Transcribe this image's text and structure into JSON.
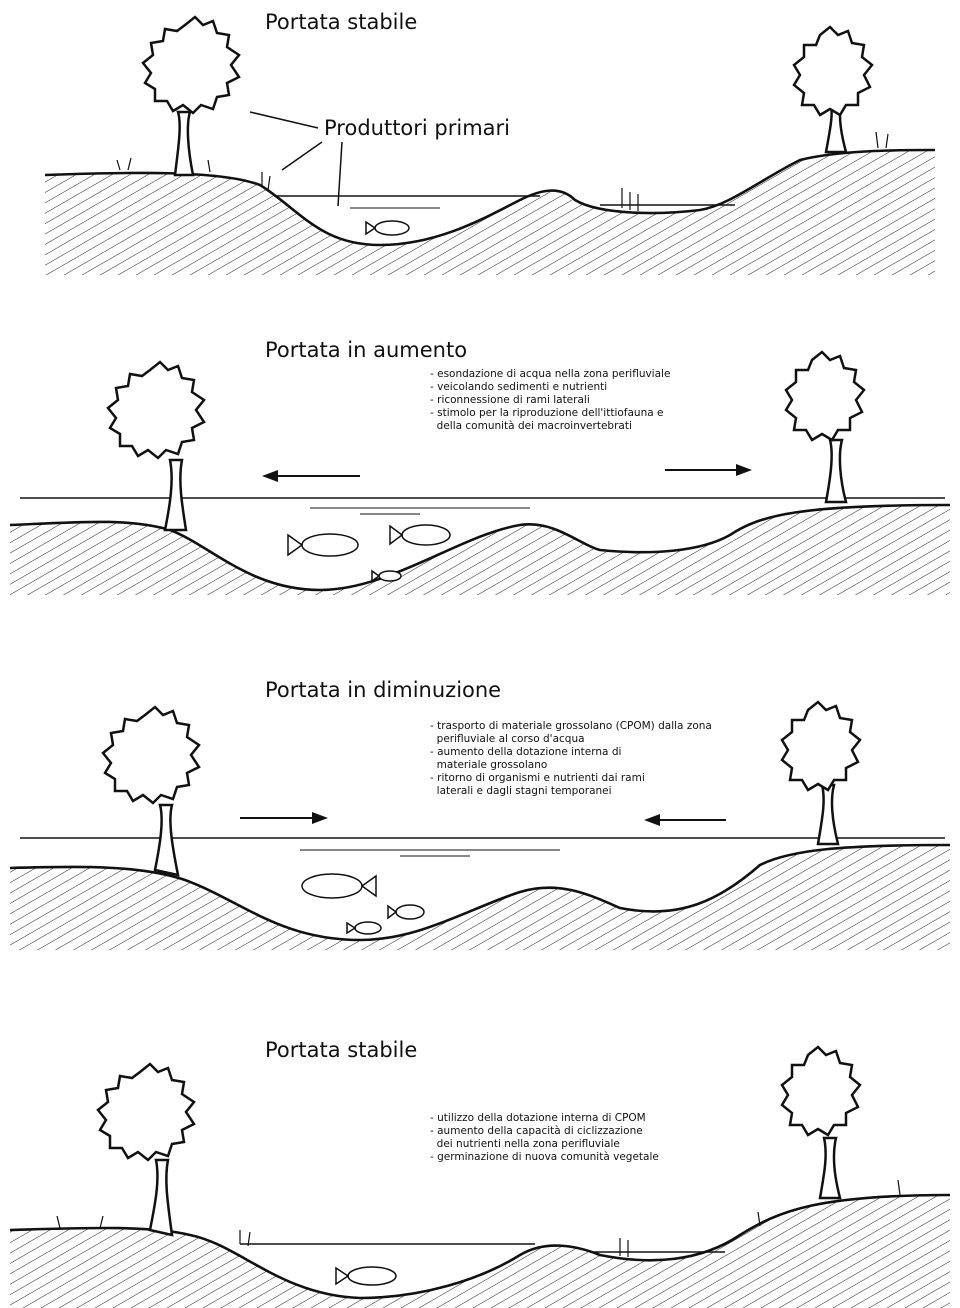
{
  "panels": [
    {
      "title": "Portata stabile",
      "label": "Produttori primari",
      "notes": []
    },
    {
      "title": "Portata in aumento",
      "notes": [
        "- esondazione di acqua nella zona perifluviale",
        "- veicolando sedimenti e nutrienti",
        "- riconnessione di rami laterali",
        "- stimolo per la riproduzione dell'ittiofauna e",
        "  della comunità dei macroinvertebrati"
      ]
    },
    {
      "title": "Portata in diminuzione",
      "notes": [
        "- trasporto di materiale grossolano (CPOM) dalla zona",
        "  perifluviale al corso d'acqua",
        "- aumento della dotazione interna di",
        "  materiale grossolano",
        "- ritorno di organismi e nutrienti dai rami",
        "  laterali e dagli stagni temporanei"
      ]
    },
    {
      "title": "Portata stabile",
      "notes": [
        "- utilizzo della dotazione interna di CPOM",
        "- aumento della capacità di ciclizzazione",
        "  dei nutrienti nella zona perifluviale",
        "- germinazione di nuova comunità vegetale"
      ]
    }
  ]
}
